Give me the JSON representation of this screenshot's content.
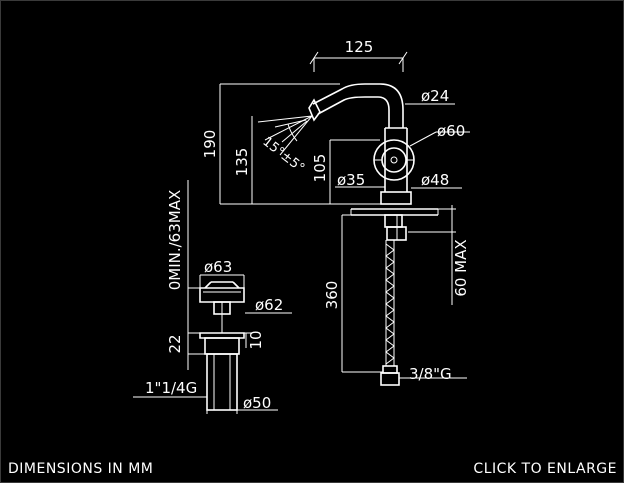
{
  "footer": {
    "left_caption": "DIMENSIONS IN MM",
    "right_link": "CLICK TO ENLARGE"
  },
  "dimensions": {
    "spout_reach": "125",
    "spout_diameter": "ø24",
    "handle_diameter": "ø60",
    "body_diameter": "ø35",
    "base_diameter": "ø48",
    "total_height": "190",
    "spout_height": "135",
    "handle_height": "105",
    "spray_angle": "15°±5°",
    "hose_length": "360",
    "deck_thickness": "60 MAX",
    "hose_thread": "3/8\"G",
    "waste_top_diameter": "ø63",
    "waste_flange_diameter": "ø62",
    "waste_range": "0MIN./63MAX",
    "waste_body_height": "22",
    "waste_ring_height": "10",
    "waste_thread": "1\"1/4G",
    "waste_bottom_diameter": "ø50"
  }
}
